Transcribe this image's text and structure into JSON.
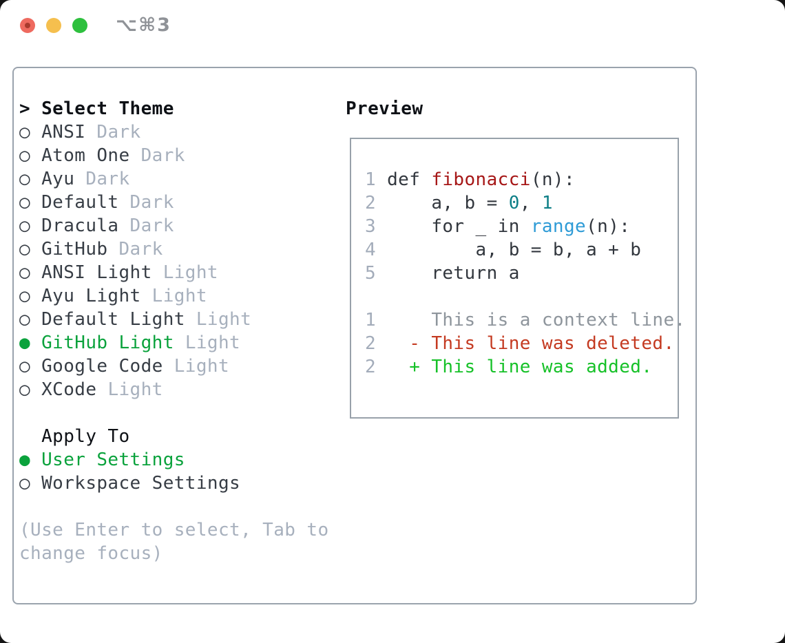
{
  "titlebar": {
    "title": "⌥⌘3"
  },
  "left": {
    "header_marker": "> ",
    "header": "Select Theme",
    "marker_selected": "●",
    "marker_unselected": "○",
    "themes": [
      {
        "name": "ANSI",
        "variant": "Dark",
        "selected": false
      },
      {
        "name": "Atom One",
        "variant": "Dark",
        "selected": false
      },
      {
        "name": "Ayu",
        "variant": "Dark",
        "selected": false
      },
      {
        "name": "Default",
        "variant": "Dark",
        "selected": false
      },
      {
        "name": "Dracula",
        "variant": "Dark",
        "selected": false
      },
      {
        "name": "GitHub",
        "variant": "Dark",
        "selected": false
      },
      {
        "name": "ANSI Light",
        "variant": "Light",
        "selected": false
      },
      {
        "name": "Ayu Light",
        "variant": "Light",
        "selected": false
      },
      {
        "name": "Default Light",
        "variant": "Light",
        "selected": false
      },
      {
        "name": "GitHub Light",
        "variant": "Light",
        "selected": true
      },
      {
        "name": "Google Code",
        "variant": "Light",
        "selected": false
      },
      {
        "name": "XCode",
        "variant": "Light",
        "selected": false
      }
    ],
    "apply_indent": "  ",
    "apply_header": "Apply To",
    "apply_options": [
      {
        "name": "User Settings",
        "selected": true
      },
      {
        "name": "Workspace Settings",
        "selected": false
      }
    ],
    "hint_line1": "(Use Enter to select, Tab to",
    "hint_line2": "change focus)"
  },
  "right": {
    "header": "Preview",
    "preview_lines": [
      {
        "num": "1",
        "segs": [
          [
            "def ",
            "code"
          ],
          [
            "fibonacci",
            "func"
          ],
          [
            "(n):",
            "code"
          ]
        ]
      },
      {
        "num": "2",
        "segs": [
          [
            "    a, b = ",
            "code"
          ],
          [
            "0",
            "numlit"
          ],
          [
            ", ",
            "code"
          ],
          [
            "1",
            "numlit"
          ]
        ]
      },
      {
        "num": "3",
        "segs": [
          [
            "    for _ in ",
            "code"
          ],
          [
            "range",
            "builtin"
          ],
          [
            "(n):",
            "code"
          ]
        ]
      },
      {
        "num": "4",
        "segs": [
          [
            "        a, b = b, a + b",
            "code"
          ]
        ]
      },
      {
        "num": "5",
        "segs": [
          [
            "    return a",
            "code"
          ]
        ]
      },
      {
        "num": null,
        "segs": []
      },
      {
        "num": "1",
        "segs": [
          [
            "    This is a context line.",
            "ctx"
          ]
        ]
      },
      {
        "num": "2",
        "segs": [
          [
            "  - This line was deleted.",
            "del"
          ]
        ]
      },
      {
        "num": "2",
        "segs": [
          [
            "  + This line was added.",
            "add"
          ]
        ]
      }
    ]
  },
  "colors": {
    "page_bg": "#151515",
    "window_bg": "#ffffff",
    "panel_border": "#9aa3ad",
    "box_border": "#98a1aa",
    "heading": "#0e1116",
    "text": "#373d45",
    "muted": "#a7b0bd",
    "hint": "#a7b0bd",
    "lnum": "#a3acba",
    "ctx": "#8e959c",
    "selected": "#0aa23c",
    "add": "#16c128",
    "del": "#c43a21",
    "code": "#32373e",
    "func": "#a61717",
    "numlit": "#0e7f87",
    "builtin": "#2e9bd6",
    "title": "#8f9297",
    "light_red": "#ee6a5f",
    "light_red_dot": "#a93a2d",
    "light_yellow": "#f5bf4e",
    "light_green": "#2ec03e"
  }
}
